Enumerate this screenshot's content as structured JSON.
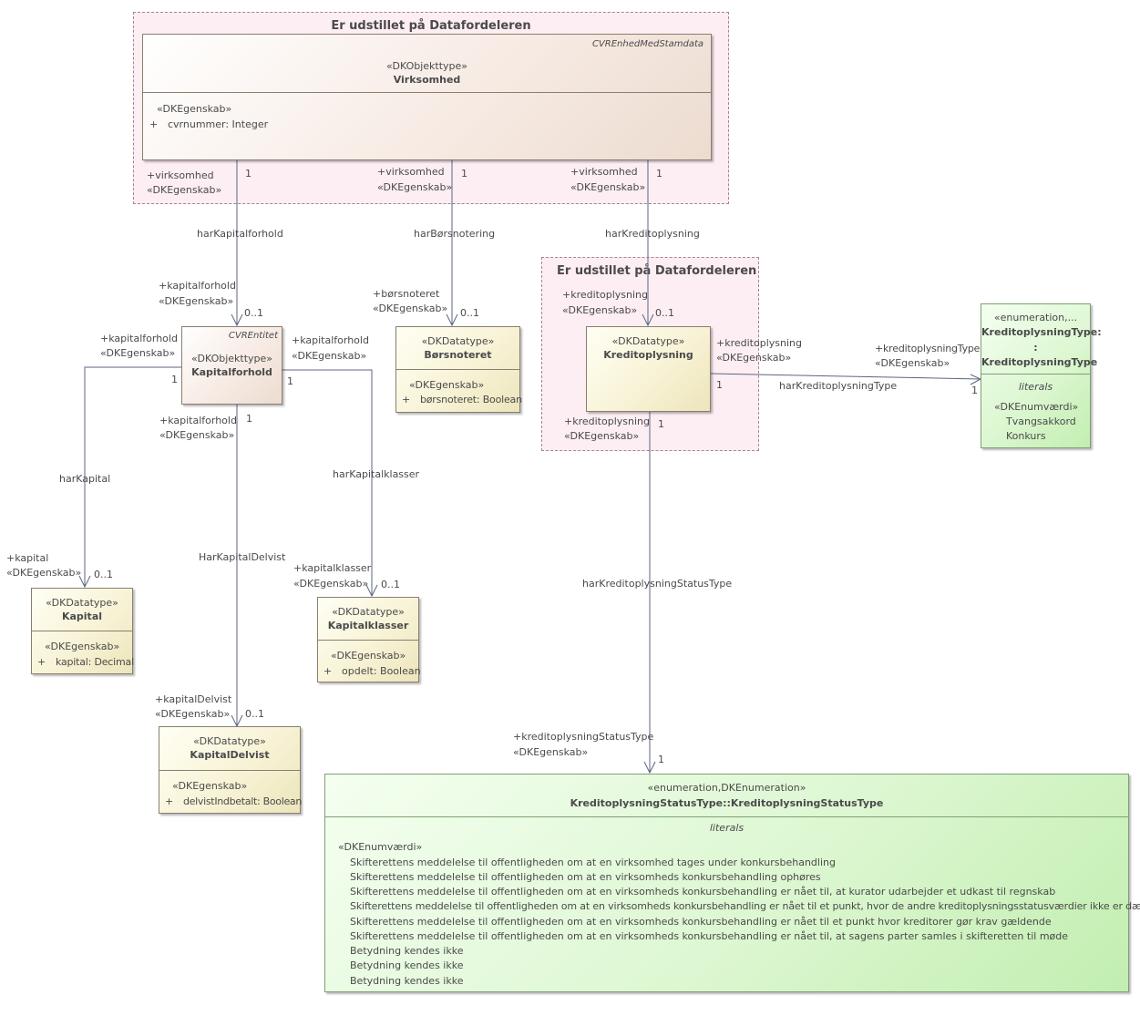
{
  "packages": {
    "top": {
      "title": "Er udstillet på Datafordeleren"
    },
    "kredit": {
      "title": "Er udstillet på Datafordeleren"
    }
  },
  "virksomhed": {
    "type_tag": "CVREnhedMedStamdata",
    "stereotype": "«DKObjekttype»",
    "name": "Virksomhed",
    "attr_stereo": "«DKEgenskab»",
    "attr_vis": "+",
    "attr": "cvrnummer: Integer"
  },
  "kapitalforhold": {
    "type_tag": "CVREntitet",
    "stereotype": "«DKObjekttype»",
    "name": "Kapitalforhold"
  },
  "borsnoteret": {
    "stereotype": "«DKDatatype»",
    "name": "Børsnoteret",
    "attr_stereo": "«DKEgenskab»",
    "attr_vis": "+",
    "attr": "børsnoteret: Boolean"
  },
  "kreditoplysning": {
    "stereotype": "«DKDatatype»",
    "name": "Kreditoplysning"
  },
  "kreditoplysningtype": {
    "stereotype": "«enumeration,...",
    "name_line1": "KreditoplysningType:",
    "name_line2": ":",
    "name_line3": "KreditoplysningType",
    "section": "literals",
    "lit_stereo": "«DKEnumværdi»",
    "literals": [
      "Tvangsakkord",
      "Konkurs"
    ]
  },
  "kapital": {
    "stereotype": "«DKDatatype»",
    "name": "Kapital",
    "attr_stereo": "«DKEgenskab»",
    "attr_vis": "+",
    "attr": "kapital: Decimal"
  },
  "kapitalklasser": {
    "stereotype": "«DKDatatype»",
    "name": "Kapitalklasser",
    "attr_stereo": "«DKEgenskab»",
    "attr_vis": "+",
    "attr": "opdelt: Boolean"
  },
  "kapitaldelvist": {
    "stereotype": "«DKDatatype»",
    "name": "KapitalDelvist",
    "attr_stereo": "«DKEgenskab»",
    "attr_vis": "+",
    "attr": "delvistIndbetalt: Boolean"
  },
  "statustype": {
    "stereotype": "«enumeration,DKEnumeration»",
    "name": "KreditoplysningStatusType::KreditoplysningStatusType",
    "section": "literals",
    "lit_stereo": "«DKEnumværdi»",
    "literals": [
      "Skifterettens meddelelse til offentligheden om at en virksomhed tages under konkursbehandling",
      "Skifterettens meddelelse til offentligheden om at en virksomheds konkursbehandling ophøres",
      "Skifterettens meddelelse til offentligheden om at en virksomheds konkursbehandling er nået til, at kurator udarbejder et udkast til regnskab",
      "Skifterettens meddelelse til offentligheden om at en virksomheds konkursbehandling er nået til et punkt, hvor de andre kreditoplysningsstatusværdier ikke er dækkende",
      "Skifterettens meddelelse til offentligheden om at en virksomheds konkursbehandling er nået til et punkt hvor kreditorer gør krav gældende",
      "Skifterettens meddelelse til offentligheden om at en virksomheds konkursbehandling er nået til, at sagens parter samles i skifteretten til møde",
      "Betydning kendes ikke",
      "Betydning kendes ikke",
      "Betydning kendes ikke"
    ]
  },
  "connectors": {
    "harKapitalforhold": {
      "name": "harKapitalforhold",
      "src_role": "+virksomhed",
      "src_stereo": "«DKEgenskab»",
      "src_mult": "1",
      "dst_role": "+kapitalforhold",
      "dst_stereo": "«DKEgenskab»",
      "dst_mult": "0..1"
    },
    "harBorsnotering": {
      "name": "harBørsnotering",
      "src_role": "+virksomhed",
      "src_stereo": "«DKEgenskab»",
      "src_mult": "1",
      "dst_role": "+børsnoteret",
      "dst_stereo": "«DKEgenskab»",
      "dst_mult": "0..1"
    },
    "harKreditoplysning": {
      "name": "harKreditoplysning",
      "src_role": "+virksomhed",
      "src_stereo": "«DKEgenskab»",
      "src_mult": "1",
      "dst_role": "+kreditoplysning",
      "dst_stereo": "«DKEgenskab»",
      "dst_mult": "0..1"
    },
    "harKreditoplysningType": {
      "name": "harKreditoplysningType",
      "src_role": "+kreditoplysning",
      "src_stereo": "«DKEgenskab»",
      "src_mult": "1",
      "dst_role": "+kreditoplysningType",
      "dst_stereo": "«DKEgenskab»",
      "dst_mult": "1"
    },
    "harKapital": {
      "name": "harKapital",
      "src_role": "+kapitalforhold",
      "src_stereo": "«DKEgenskab»",
      "src_mult": "1",
      "dst_role": "+kapital",
      "dst_stereo": "«DKEgenskab»",
      "dst_mult": "0..1"
    },
    "harKapitalklasser": {
      "name": "harKapitalklasser",
      "src_role": "+kapitalforhold",
      "src_stereo": "«DKEgenskab»",
      "src_mult": "1",
      "dst_role": "+kapitalklasser",
      "dst_stereo": "«DKEgenskab»",
      "dst_mult": "0..1"
    },
    "harKapitalDelvist": {
      "name": "HarKapitalDelvist",
      "src_role": "+kapitalforhold",
      "src_stereo": "«DKEgenskab»",
      "src_mult": "1",
      "dst_role": "+kapitalDelvist",
      "dst_stereo": "«DKEgenskab»",
      "dst_mult": "0..1"
    },
    "harKreditoplysningStatusType": {
      "name": "harKreditoplysningStatusType",
      "src_role": "+kreditoplysning",
      "src_stereo": "«DKEgenskab»",
      "src_mult": "1",
      "dst_role": "+kreditoplysningStatusType",
      "dst_stereo": "«DKEgenskab»",
      "dst_mult": "1"
    }
  }
}
